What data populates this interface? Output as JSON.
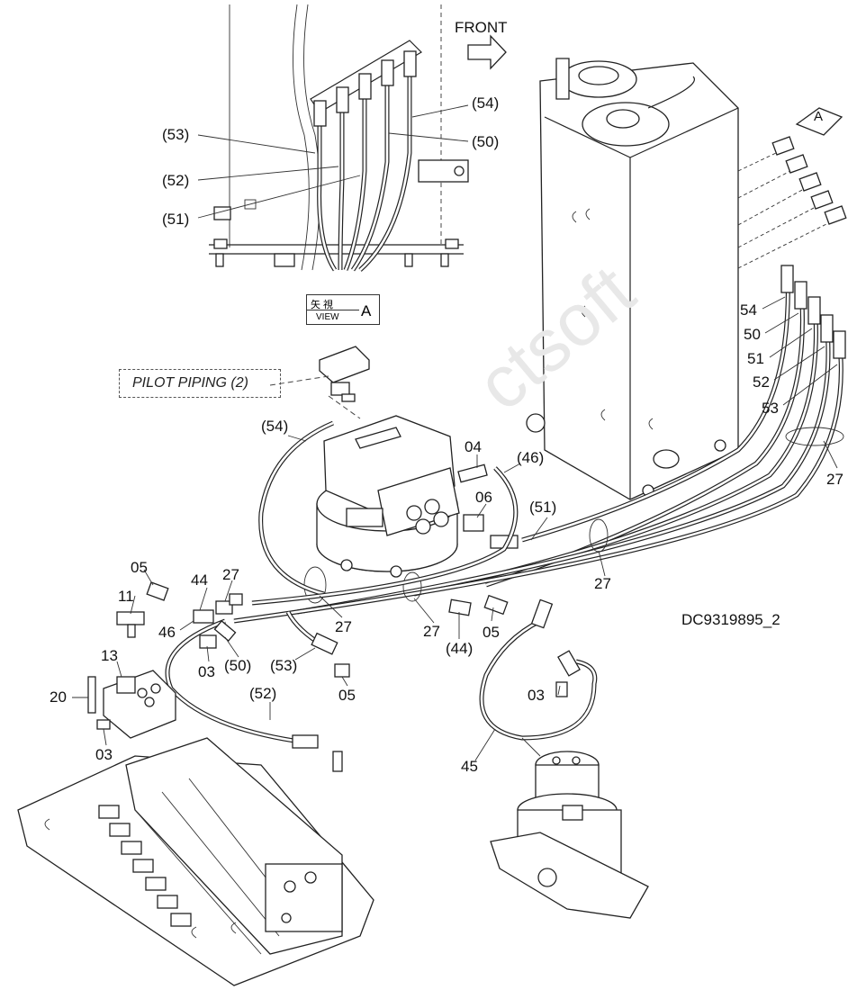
{
  "labels": {
    "front": "FRONT",
    "view_kanji": "矢 視",
    "view_en": "VIEW",
    "view_letter": "A",
    "arrow_a": "A",
    "pilot_piping": "PILOT PIPING (2)",
    "drawing_id": "DC9319895_2"
  },
  "callouts": [
    {
      "id": "c53-top",
      "text": "(53)"
    },
    {
      "id": "c52-top",
      "text": "(52)"
    },
    {
      "id": "c51-top",
      "text": "(51)"
    },
    {
      "id": "c54-top",
      "text": "(54)"
    },
    {
      "id": "c50-top",
      "text": "(50)"
    },
    {
      "id": "c54-r",
      "text": "54"
    },
    {
      "id": "c50-r",
      "text": "50"
    },
    {
      "id": "c51-r",
      "text": "51"
    },
    {
      "id": "c52-r",
      "text": "52"
    },
    {
      "id": "c53-r",
      "text": "53"
    },
    {
      "id": "c27-r",
      "text": "27"
    },
    {
      "id": "c54-mid",
      "text": "(54)"
    },
    {
      "id": "c04",
      "text": "04"
    },
    {
      "id": "c46-mid",
      "text": "(46)"
    },
    {
      "id": "c06",
      "text": "06"
    },
    {
      "id": "c51-mid",
      "text": "(51)"
    },
    {
      "id": "c27-mid",
      "text": "27"
    },
    {
      "id": "c05-a",
      "text": "05"
    },
    {
      "id": "c11",
      "text": "11"
    },
    {
      "id": "c44",
      "text": "44"
    },
    {
      "id": "c27-b",
      "text": "27"
    },
    {
      "id": "c46",
      "text": "46"
    },
    {
      "id": "c27-c",
      "text": "27"
    },
    {
      "id": "c27-d",
      "text": "27"
    },
    {
      "id": "c44-b",
      "text": "(44)"
    },
    {
      "id": "c05-b",
      "text": "05"
    },
    {
      "id": "c13",
      "text": "13"
    },
    {
      "id": "c03-a",
      "text": "03"
    },
    {
      "id": "c50-b",
      "text": "(50)"
    },
    {
      "id": "c53-b",
      "text": "(53)"
    },
    {
      "id": "c05-c",
      "text": "05"
    },
    {
      "id": "c52-b",
      "text": "(52)"
    },
    {
      "id": "c03-b",
      "text": "03"
    },
    {
      "id": "c20",
      "text": "20"
    },
    {
      "id": "c03-c",
      "text": "03"
    },
    {
      "id": "c45",
      "text": "45"
    }
  ],
  "watermark": "ctsoft"
}
